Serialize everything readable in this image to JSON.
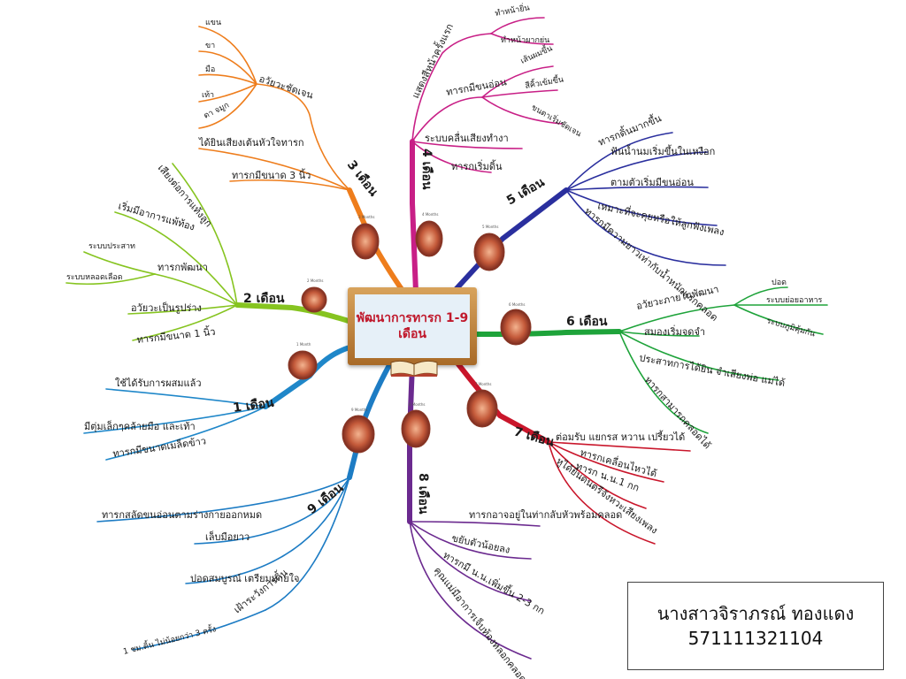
{
  "center": {
    "title": "พัฒนาการทารก 1-9 เดือน"
  },
  "author": {
    "name": "นางสาวจิราภรณ์ ทองแดง",
    "id": "571111321104"
  },
  "months": {
    "m1": {
      "title": "1 เดือน",
      "items": [
        "ใช้ได้รับการผสมแล้ว",
        "มีตุ่มเล็กๆคล้ายมือ และเท้า",
        "ทารกมีขนาดเมล็ดข้าว"
      ],
      "img": "1 Month"
    },
    "m2": {
      "title": "2 เดือน",
      "items": [
        "เสียงต่อการแท้งลูก",
        "เริ่มมีอาการแพ้ท้อง",
        "ทารกพัฒนา",
        "อวัยวะเป็นรูปร่าง",
        "ทารกมีขนาด 1 นิ้ว"
      ],
      "sub": [
        "ระบบประสาท",
        "ระบบหลอดเลือด"
      ],
      "img": "2 Months"
    },
    "m3": {
      "title": "3 เดือน",
      "items": [
        "อวัยวะชัดเจน",
        "ได้ยินเสียงเต้นหัวใจทารก",
        "ทารกมีขนาด 3 นิ้ว"
      ],
      "sub": [
        "แขน",
        "ขา",
        "มือ",
        "เท้า",
        "ตา จมูก"
      ],
      "img": "3 Months"
    },
    "m4": {
      "title": "4 เดือน",
      "items": [
        "แสดงสีหน้าครั้งแรก",
        "ทารกมีขนอ่อน",
        "ระบบคลื่นเสียงทำงา",
        "ทารกเริ่มดิ้น"
      ],
      "sub": [
        "ทำหน้ายิ่น",
        "ทำหน้าผากย่น",
        "เส้นผมขึ้น",
        "สีคิ้วเข้มขึ้น",
        "ขนตาเริ่มชัดเจน"
      ],
      "img": "4 Months"
    },
    "m5": {
      "title": "5 เดือน",
      "items": [
        "ทารกดิ้นมากขึ้น",
        "ฟันน้ำนมเริ่มขึ้นในเหงือก",
        "ตามตัวเริ่มมีขนอ่อน",
        "เหมาะที่จะคุยหรือให้ลูกฟังเพลง",
        "ทารกมีความยาวเท่ากับน้ำหนักแรกคลอด"
      ],
      "img": "5 Months"
    },
    "m6": {
      "title": "6 เดือน",
      "items": [
        "อวัยวะภายในพัฒนา",
        "สมองเริ่มจดจำ",
        "ประสาทการได้ยิน จำเสียงพ่อ แม่ได้",
        "ทารกสามารถคลอดได้"
      ],
      "sub": [
        "ปอด",
        "ระบบย่อยอาหาร",
        "ระบบภูมิคุ้มกัน"
      ],
      "img": "6 Months"
    },
    "m7": {
      "title": "7 เดือน",
      "items": [
        "ต่อมรับ แยกรส หวาน เปรี้ยวได้",
        "ทารกเคลื่อนไหวได้",
        "ทารก น.น.1 กก",
        "หูได้ยินดนตรีจังหวะเสียงเพลง"
      ],
      "img": "7 Months"
    },
    "m8": {
      "title": "8 เดือน",
      "items": [
        "ทารกอาจอยู่ในท่ากลับหัวพร้อมคลอด",
        "ขยับตัวน้อยลง",
        "ทารกมี น.น.เพิ่มขึ้น 2-3 กก",
        "คุณแม่มีอาการเจ็บท้องหลอกคลอด"
      ],
      "img": "8 Months"
    },
    "m9": {
      "title": "9 เดือน",
      "items": [
        "ทารกสลัดขนอ่อนตามร่างกายออกหมด",
        "เล็บมือยาว",
        "ปอดสมบูรณ์ เตรียมหายใจ",
        "เฝ้าระวังการดิ้น"
      ],
      "sub": [
        "1 ชม.ดิ้น ไม่น้อยกว่า 3 ครั้ง"
      ],
      "img": "9 Months"
    }
  },
  "colors": {
    "m1": "#1f87c9",
    "m2": "#86c420",
    "m3": "#ee7d1c",
    "m4": "#c81f86",
    "m5": "#2a2f9e",
    "m6": "#1ea33a",
    "m7": "#c9162b",
    "m8": "#6b2a8f",
    "m9": "#1d7cc4"
  }
}
